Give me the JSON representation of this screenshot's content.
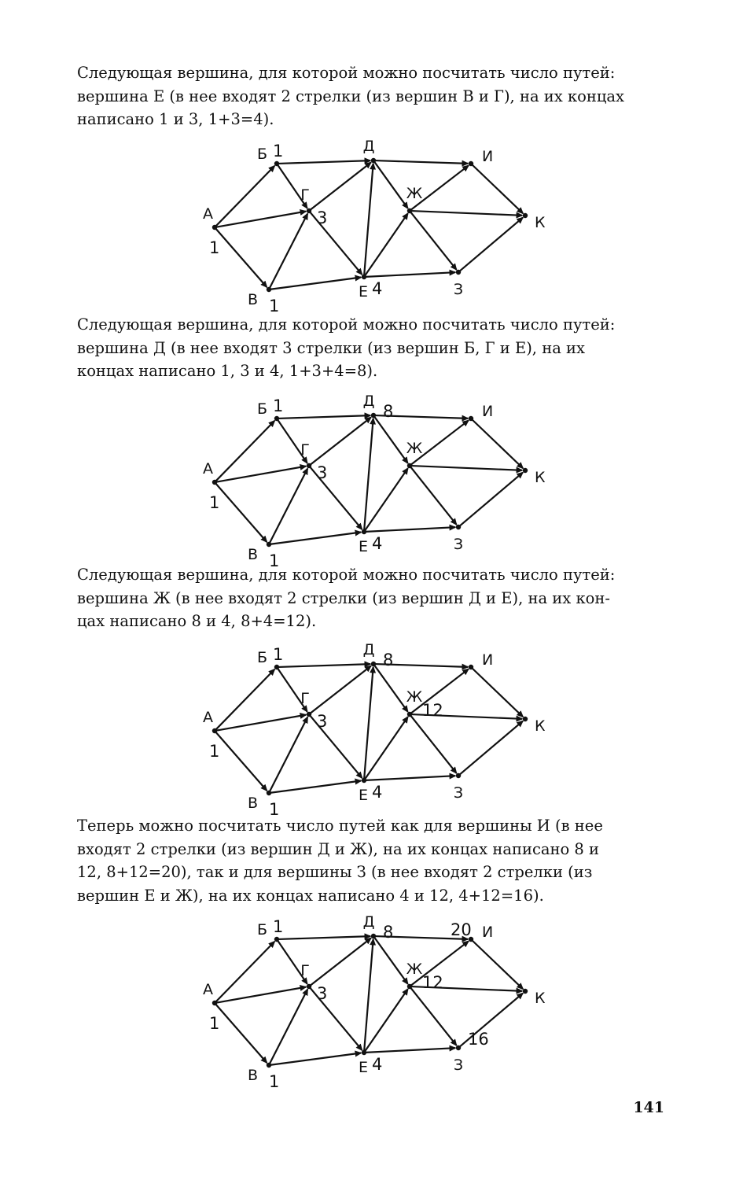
{
  "paragraphs": [
    {
      "lines": [
        "Следующая вершина, для которой можно посчитать число путей:",
        "вершина Е (в нее входят 2 стрелки (из вершин В и Г), на их концах",
        "написано 1 и 3, 1+3=4)."
      ]
    },
    {
      "lines": [
        "Следующая вершина, для которой можно посчитать число путей:",
        "вершина Д (в нее входят 3 стрелки (из вершин Б, Г и Е), на их",
        "концах написано 1, 3 и 4, 1+3+4=8)."
      ]
    },
    {
      "lines": [
        "Следующая вершина, для которой можно посчитать число путей:",
        "вершина Ж (в нее входят 2 стрелки (из вершин Д и Е), на их кон-",
        "цах написано 8 и 4, 8+4=12)."
      ]
    },
    {
      "lines": [
        "Теперь можно посчитать число путей как для вершины И (в нее",
        "входят 2 стрелки (из вершин Д и Ж), на их концах написано 8 и",
        "12, 8+12=20), так и для вершины З (в нее входят 2 стрелки (из",
        "вершин Е и Ж), на их концах написано 4 и 12, 4+12=16)."
      ]
    }
  ],
  "graph": {
    "vertices": [
      "А",
      "Б",
      "В",
      "Г",
      "Д",
      "Е",
      "Ж",
      "З",
      "И",
      "К"
    ],
    "edges": [
      [
        "А",
        "Б"
      ],
      [
        "А",
        "Г"
      ],
      [
        "А",
        "В"
      ],
      [
        "Б",
        "Д"
      ],
      [
        "Б",
        "Г"
      ],
      [
        "В",
        "Г"
      ],
      [
        "В",
        "Е"
      ],
      [
        "Г",
        "Д"
      ],
      [
        "Г",
        "Е"
      ],
      [
        "Е",
        "Д"
      ],
      [
        "Д",
        "Ж"
      ],
      [
        "Д",
        "И"
      ],
      [
        "Е",
        "Ж"
      ],
      [
        "Е",
        "З"
      ],
      [
        "Ж",
        "И"
      ],
      [
        "Ж",
        "К"
      ],
      [
        "Ж",
        "З"
      ],
      [
        "И",
        "К"
      ],
      [
        "З",
        "К"
      ]
    ]
  },
  "diagrams": [
    {
      "numbers": {
        "А": "1",
        "Б": "1",
        "В": "1",
        "Г": "3",
        "Е": "4"
      }
    },
    {
      "numbers": {
        "А": "1",
        "Б": "1",
        "В": "1",
        "Г": "3",
        "Е": "4",
        "Д": "8"
      }
    },
    {
      "numbers": {
        "А": "1",
        "Б": "1",
        "В": "1",
        "Г": "3",
        "Е": "4",
        "Д": "8",
        "Ж": "12"
      }
    },
    {
      "numbers": {
        "А": "1",
        "Б": "1",
        "В": "1",
        "Г": "3",
        "Е": "4",
        "Д": "8",
        "Ж": "12",
        "И": "20",
        "З": "16"
      }
    }
  ],
  "page_number": "141"
}
